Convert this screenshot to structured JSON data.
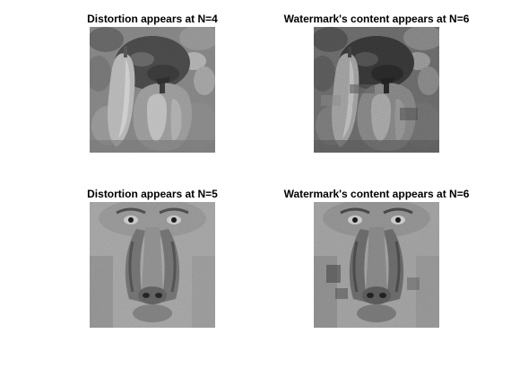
{
  "figure": {
    "panels": [
      {
        "title": "Distortion appears at N=4",
        "image": "peppers",
        "levels": 4
      },
      {
        "title": "Watermark's content appears at N=6",
        "image": "peppers",
        "levels": 6
      },
      {
        "title": "Distortion appears at N=5",
        "image": "baboon",
        "levels": 5
      },
      {
        "title": "Watermark's content appears at N=6",
        "image": "baboon",
        "levels": 6
      }
    ]
  }
}
